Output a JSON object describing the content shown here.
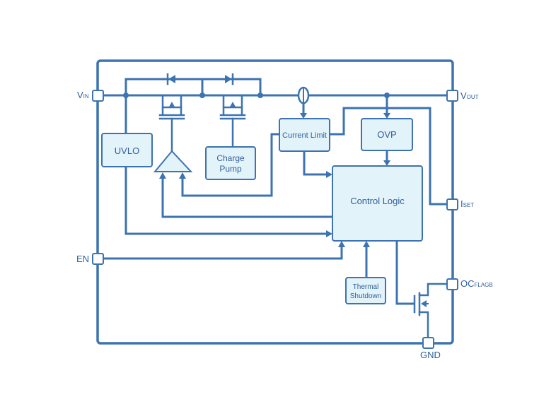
{
  "pins": {
    "vin": {
      "main": "V",
      "sub": "IN"
    },
    "vout": {
      "main": "V",
      "sub": "OUT"
    },
    "iset": {
      "main": "I",
      "sub": "SET"
    },
    "en": {
      "main": "EN"
    },
    "ocflag": {
      "main": "OC",
      "sub": "FLAGB"
    },
    "gnd": {
      "main": "GND"
    }
  },
  "blocks": {
    "uvlo": "UVLO",
    "charge_pump": [
      "Charge",
      "Pump"
    ],
    "current_limit": "Current Limit",
    "ovp": "OVP",
    "control_logic": "Control Logic",
    "thermal_shutdown": [
      "Thermal",
      "Shutdown"
    ]
  },
  "colors": {
    "stroke": "#3c73b0",
    "block_fill": "#e3f3fa",
    "text": "#2f5f99"
  }
}
